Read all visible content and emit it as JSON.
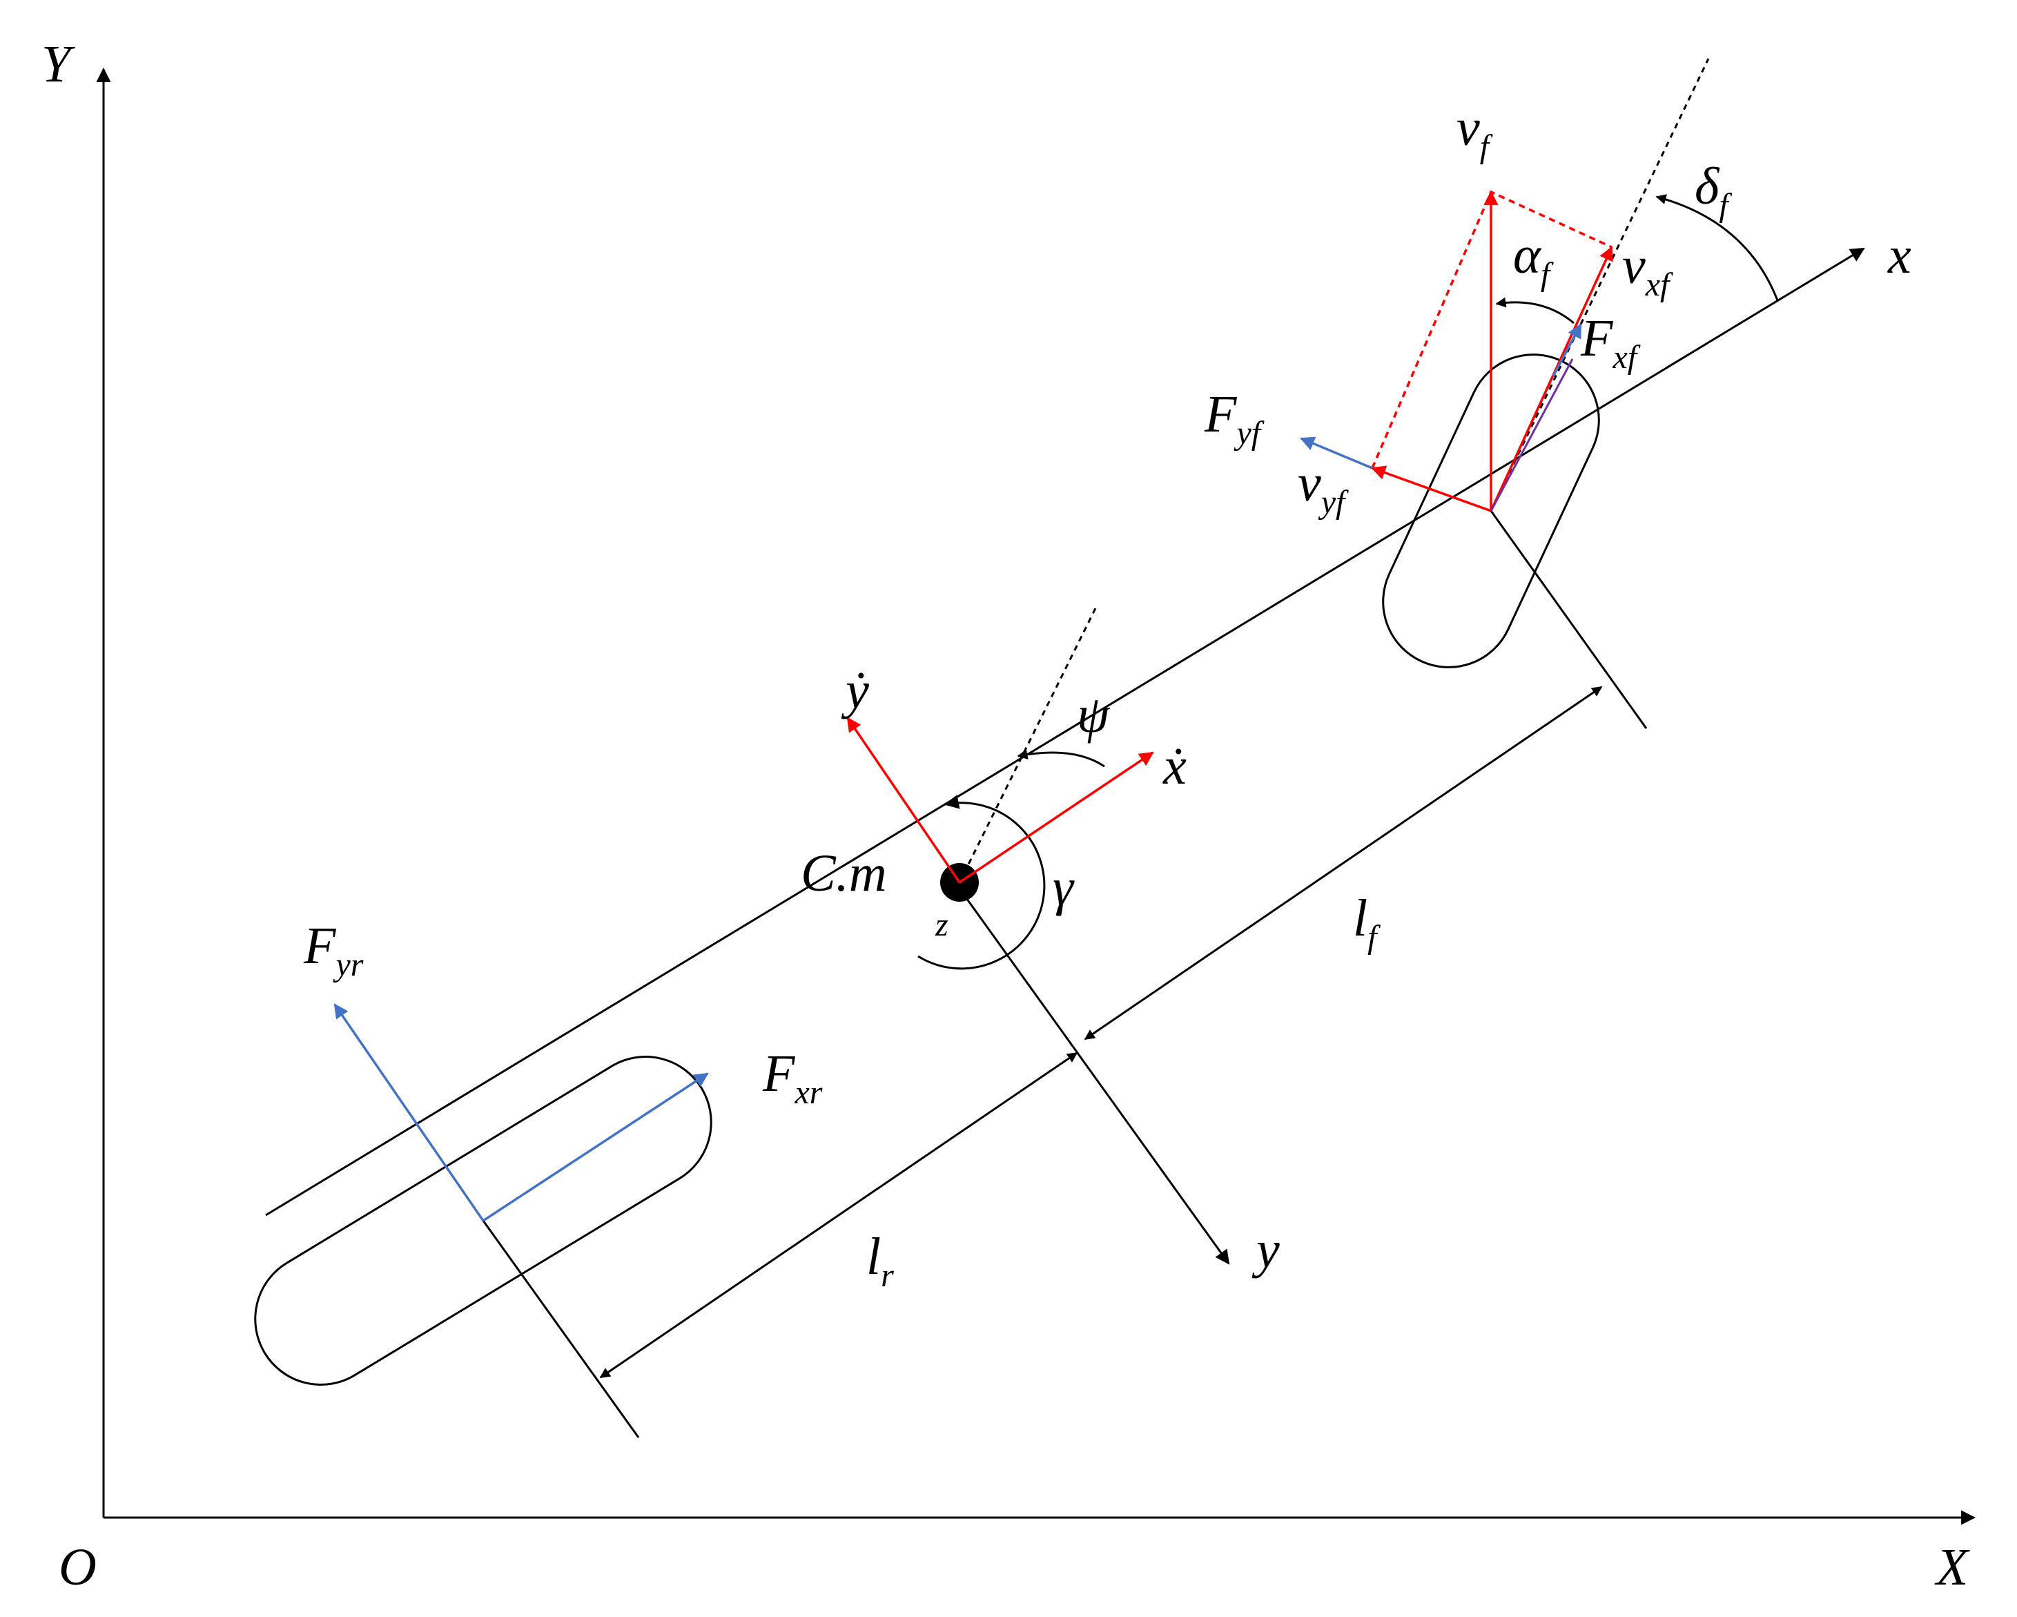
{
  "axes": {
    "origin_label": "O",
    "x_axis_label": "X",
    "y_axis_label": "Y"
  },
  "vehicle_frame": {
    "x_label": "x",
    "y_label": "y"
  },
  "center_of_mass": {
    "label": "C.m",
    "z_label": "z",
    "yaw_rate_label": "γ",
    "heading_angle_label": "ψ",
    "x_dot_label": "ẋ",
    "y_dot_label": "ẏ"
  },
  "front_wheel": {
    "steer_angle": {
      "base": "δ",
      "sub": "f"
    },
    "slip_angle": {
      "base": "α",
      "sub": "f"
    },
    "velocity": {
      "base": "v",
      "sub": "f"
    },
    "velocity_x": {
      "base": "v",
      "sub": "xf"
    },
    "velocity_y": {
      "base": "v",
      "sub": "yf"
    },
    "force_x": {
      "base": "F",
      "sub": "xf"
    },
    "force_y": {
      "base": "F",
      "sub": "yf"
    }
  },
  "rear_wheel": {
    "force_x": {
      "base": "F",
      "sub": "xr"
    },
    "force_y": {
      "base": "F",
      "sub": "yr"
    }
  },
  "dimensions": {
    "front_length": {
      "base": "l",
      "sub": "f"
    },
    "rear_length": {
      "base": "l",
      "sub": "r"
    }
  },
  "colors": {
    "velocity": "#ff0000",
    "force": "#4472c4",
    "structure": "#000000"
  }
}
